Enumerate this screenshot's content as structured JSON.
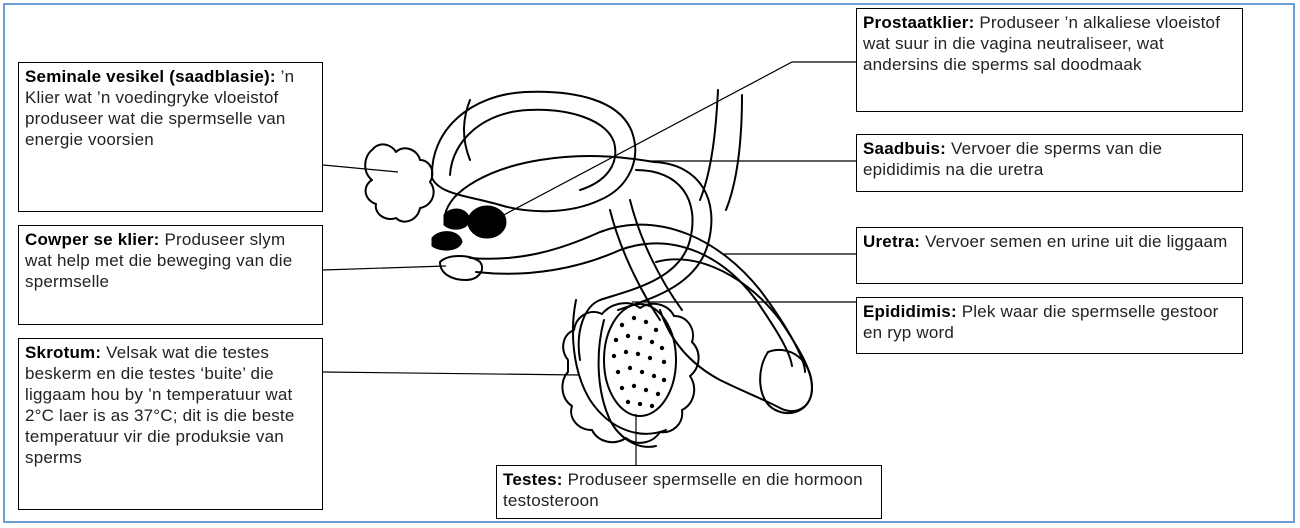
{
  "labels": {
    "seminal": {
      "term": "Seminale vesikel (saadblasie):",
      "text": " ’n Klier wat ’n voedingryke vloeistof produseer wat die spermselle van energie voorsien"
    },
    "cowper": {
      "term": "Cowper se klier:",
      "text": " Produseer slym wat help met die beweging van die spermselle"
    },
    "skrotum": {
      "term": "Skrotum:",
      "text": " Velsak wat die testes beskerm en die testes ‘buite’ die liggaam hou by ’n temperatuur wat 2°C laer is as 37°C; dit is die beste temperatuur vir die produksie van sperms"
    },
    "prostaat": {
      "term": "Prostaatklier:",
      "text": " Produseer ’n alkaliese vloeistof wat suur in die vagina neutraliseer, wat andersins die sperms sal doodmaak"
    },
    "saadbuis": {
      "term": "Saadbuis:",
      "text": " Vervoer die sperms van die epididimis na die uretra"
    },
    "uretra": {
      "term": "Uretra:",
      "text": " Vervoer semen en urine uit die liggaam"
    },
    "epididimis": {
      "term": "Epididimis:",
      "text": " Plek waar die spermselle gestoor en ryp word"
    },
    "testes": {
      "term": "Testes:",
      "text": " Produseer spermselle en die hormoon testosteroon"
    }
  },
  "colors": {
    "frame": "#6f9ed4",
    "ink": "#000000"
  }
}
